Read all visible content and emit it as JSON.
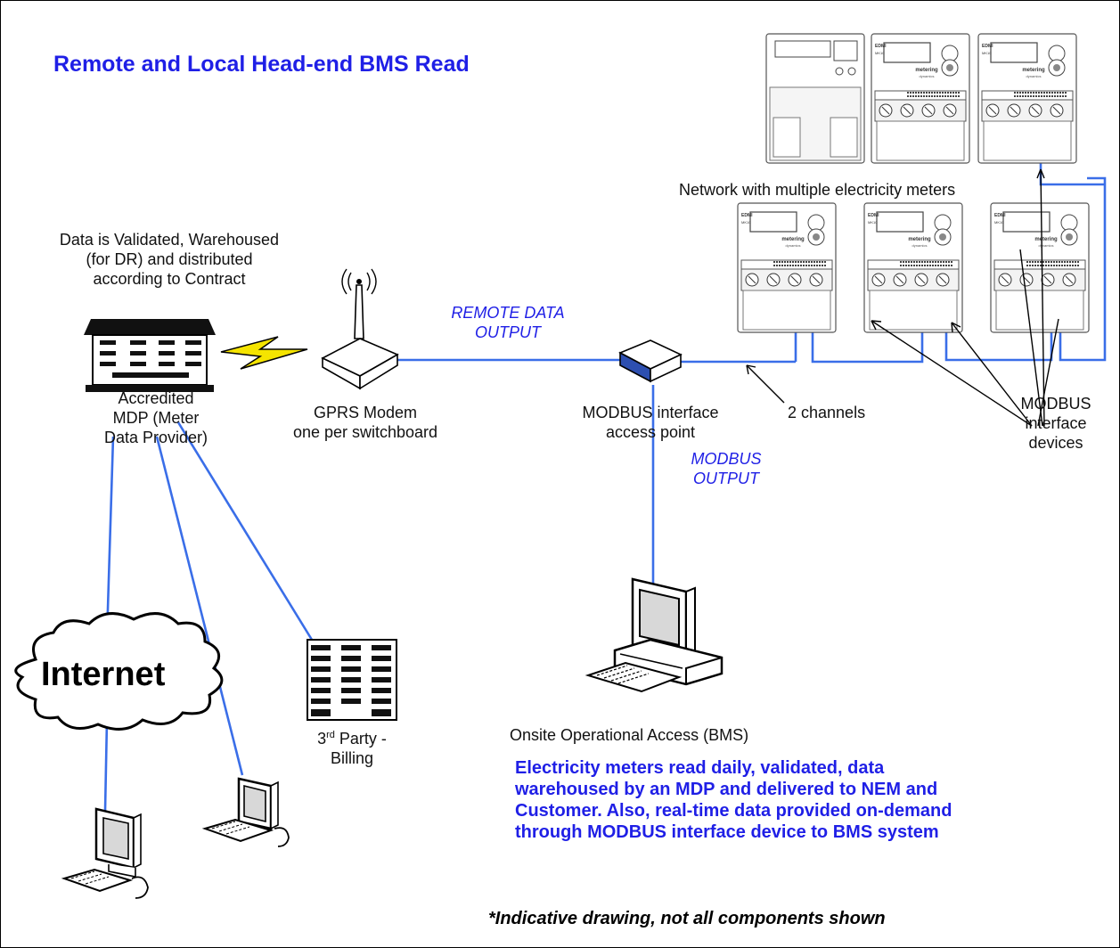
{
  "title": "Remote and Local Head-end BMS Read",
  "labels": {
    "mdp_note": [
      "Data is Validated, Warehoused",
      "(for DR) and distributed",
      "according to Contract"
    ],
    "mdp": [
      "Accredited",
      "MDP (Meter",
      "Data Provider)"
    ],
    "gprs": [
      "GPRS Modem",
      "one per switchboard"
    ],
    "remote_output": [
      "REMOTE DATA",
      "OUTPUT"
    ],
    "modbus_ap": [
      "MODBUS interface",
      "access point"
    ],
    "modbus_output": [
      "MODBUS",
      "OUTPUT"
    ],
    "two_channels": "2 channels",
    "network": "Network with multiple electricity meters",
    "modbus_devices": [
      "MODBUS",
      "interface",
      "devices"
    ],
    "internet": "Internet",
    "third_party_base": "3",
    "third_party_sup": "rd",
    "third_party_rest": " Party -",
    "billing": "Billing",
    "bms": "Onsite Operational Access (BMS)"
  },
  "summary": "Electricity meters read daily, validated, data warehoused by an MDP and delivered to NEM and Customer. Also, real-time data provided on-demand through MODBUS interface device to BMS system",
  "note": "*Indicative drawing, not all components shown",
  "meters": {
    "brand": "metering",
    "sub": "dynamics",
    "model": "MK10",
    "edmi": "EDMI"
  },
  "colors": {
    "title": "#1f1fe6",
    "link": "#3a6ee8",
    "lightning": "#f5e400"
  }
}
